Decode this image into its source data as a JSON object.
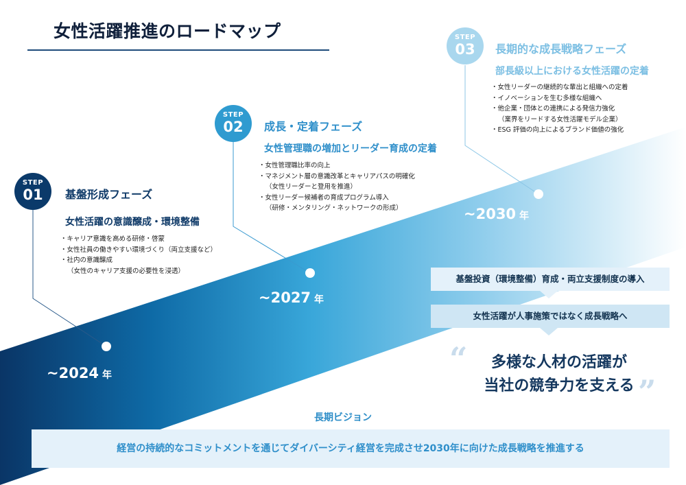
{
  "page": {
    "title": "女性活躍推進のロードマップ"
  },
  "colors": {
    "dark_navy": "#0b3a6a",
    "mid_blue": "#2f9bd0",
    "light_blue": "#a9d7ee",
    "vision_bg": "#e4f1fa",
    "banner_bg": "#cfe6f4"
  },
  "steps": [
    {
      "label": "STEP",
      "number": "01",
      "phase": "基盤形成フェーズ",
      "goal": "女性活躍の意識醸成・環境整備",
      "bullets": [
        {
          "main": "キャリア意識を高める研修・啓蒙",
          "sub": ""
        },
        {
          "main": "女性社員の働きやすい環境づくり（両立支援など）",
          "sub": ""
        },
        {
          "main": "社内の意識醸成",
          "sub": "（女性のキャリア支援の必要性を浸透）"
        }
      ],
      "year": "~2024",
      "year_unit": "年"
    },
    {
      "label": "STEP",
      "number": "02",
      "phase": "成長・定着フェーズ",
      "goal": "女性管理職の増加とリーダー育成の定着",
      "bullets": [
        {
          "main": "女性管理職比率の向上",
          "sub": ""
        },
        {
          "main": "マネジメント層の意識改革とキャリアパスの明確化",
          "sub": "（女性リーダーと登用を推進）"
        },
        {
          "main": "女性リーダー候補者の育成プログラム導入",
          "sub": "（研修・メンタリング・ネットワークの形成）"
        }
      ],
      "year": "~2027",
      "year_unit": "年"
    },
    {
      "label": "STEP",
      "number": "03",
      "phase": "長期的な成長戦略フェーズ",
      "goal": "部長級以上における女性活躍の定着",
      "bullets": [
        {
          "main": "女性リーダーの継続的な輩出と組織への定着",
          "sub": ""
        },
        {
          "main": "イノベーションを生む多様な組織へ",
          "sub": ""
        },
        {
          "main": "他企業・団体との連携による発信力強化",
          "sub": "（業界をリードする女性活躍モデル企業）"
        },
        {
          "main": "ESG 評価の向上によるブランド価値の強化",
          "sub": ""
        }
      ],
      "year": "~2030",
      "year_unit": "年"
    }
  ],
  "banners": {
    "first": "基盤投資（環境整備）育成・両立支援制度の導入",
    "second": "女性活躍が人事施策ではなく成長戦略へ"
  },
  "slogan": {
    "line1": "多様な人材の活躍が",
    "line2": "当社の競争力を支える",
    "open_quote": "“",
    "close_quote": "”"
  },
  "vision": {
    "title": "長期ビジョン",
    "text": "経営の持続的なコミットメントを通じてダイバーシティ経営を完成させ2030年に向けた成長戦略を推進する"
  }
}
